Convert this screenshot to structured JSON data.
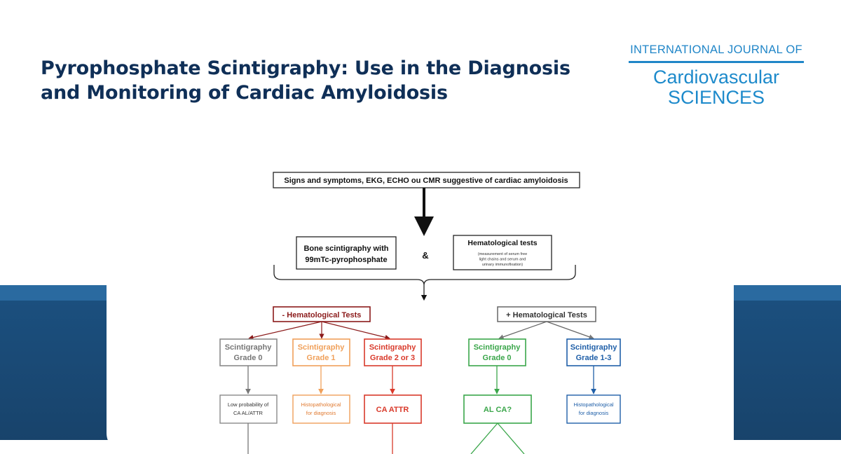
{
  "header": {
    "title_line1": "Pyrophosphate Scintigraphy: Use in the Diagnosis",
    "title_line2": "and Monitoring of Cardiac Amyloidosis"
  },
  "journal": {
    "line_top": "INTERNATIONAL JOURNAL OF",
    "line_name1": "Cardiovascular",
    "line_name2": "SCIENCES"
  },
  "diagram": {
    "start": "Signs and symptoms, EKG, ECHO ou CMR suggestive of cardiac amyloidosis",
    "bone_line1": "Bone scintigraphy with",
    "bone_line2": "99mTc-pyrophosphate",
    "ampersand": "&",
    "hema_title": "Hematological tests",
    "hema_note1": "(measurement of serum free",
    "hema_note2": "light chains and serum and",
    "hema_note3": "urinary immunofixation)",
    "neg_tests": "- Hematological Tests",
    "pos_tests": "+ Hematological Tests",
    "neg_g0_line1": "Scintigraphy",
    "neg_g0_line2": "Grade 0",
    "neg_g1_line1": "Scintigraphy",
    "neg_g1_line2": "Grade 1",
    "neg_g23_line1": "Scintigraphy",
    "neg_g23_line2": "Grade 2 or 3",
    "pos_g0_line1": "Scintigraphy",
    "pos_g0_line2": "Grade 0",
    "pos_g13_line1": "Scintigraphy",
    "pos_g13_line2": "Grade 1-3",
    "low_prob_line1": "Low probability of",
    "low_prob_line2": "CA AL/ATTR",
    "histo1_line1": "Histopathological",
    "histo1_line2": "for diagnosis",
    "ca_attr": "CA ATTR",
    "al_ca": "AL CA?",
    "histo2_line1": "Histopathological",
    "histo2_line2": "for diagnosis"
  },
  "colors": {
    "title": "#0f2f57",
    "brand_blue": "#1d8acb",
    "band_top": "#2a6aa0",
    "band_bottom": "#18436b",
    "neg_header": "#8b1a1a",
    "grey": "#8a8a8a",
    "orange": "#f0a05a",
    "red": "#d93a2b",
    "green": "#3aa64a",
    "pos_header": "#666666",
    "blue": "#1f5fa8"
  }
}
